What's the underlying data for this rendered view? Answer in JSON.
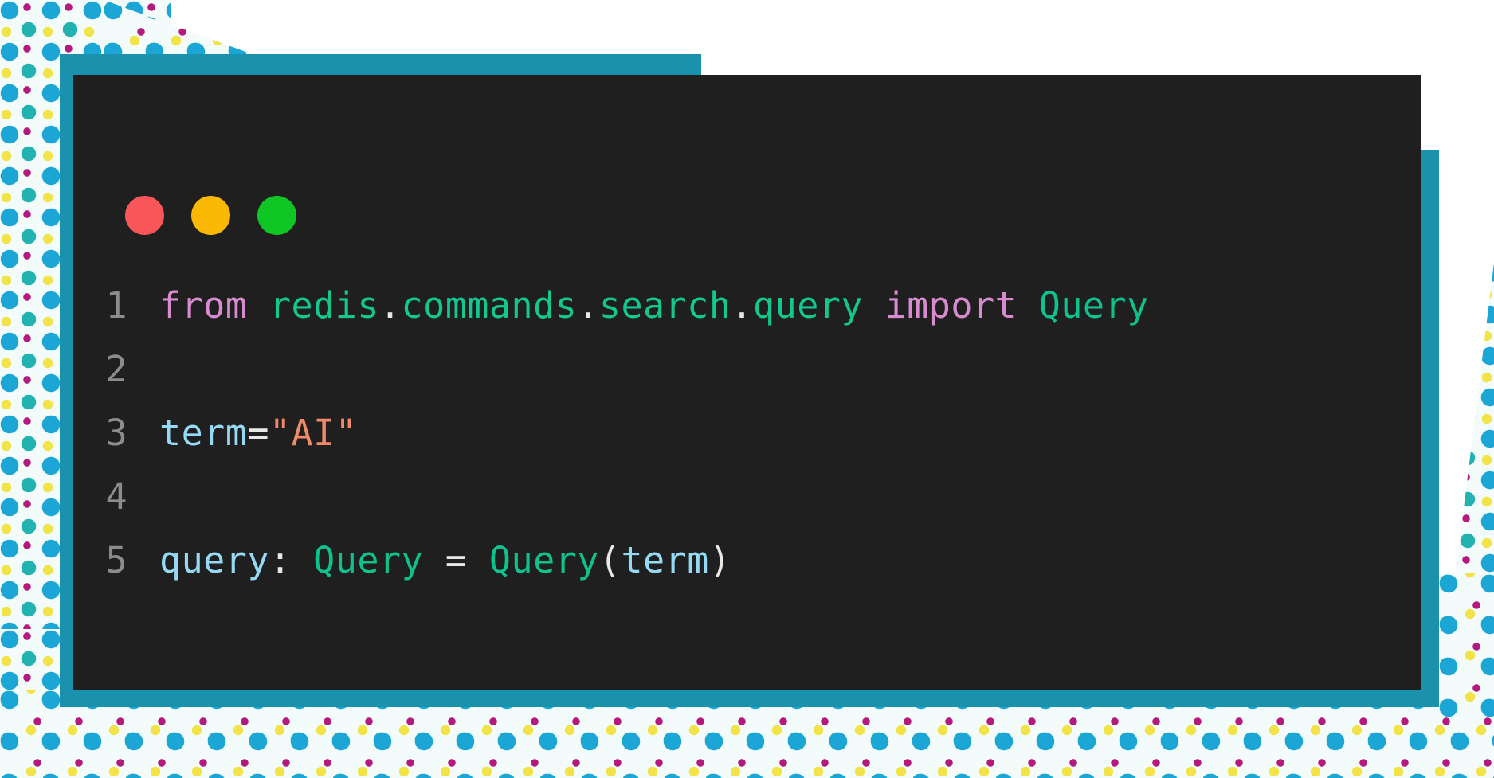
{
  "window": {
    "kind": "code-editor-window",
    "background_color": "#1f1f1f",
    "accent_color": "#1b92ad",
    "page_background": "#ffffff",
    "traffic_lights": [
      {
        "name": "close",
        "color": "#f9565a"
      },
      {
        "name": "minimize",
        "color": "#fbb903"
      },
      {
        "name": "maximize",
        "color": "#0fc625"
      }
    ]
  },
  "editor": {
    "language": "python",
    "gutter_color": "#8c8c8c",
    "line_numbers": [
      "1",
      "2",
      "3",
      "4",
      "5"
    ],
    "lines": [
      {
        "number": "1",
        "text": "from redis.commands.search.query import Query",
        "tokens": [
          {
            "t": "from",
            "c": "keyword"
          },
          {
            "t": " ",
            "c": "plain"
          },
          {
            "t": "redis",
            "c": "module"
          },
          {
            "t": ".",
            "c": "punct"
          },
          {
            "t": "commands",
            "c": "module"
          },
          {
            "t": ".",
            "c": "punct"
          },
          {
            "t": "search",
            "c": "module"
          },
          {
            "t": ".",
            "c": "punct"
          },
          {
            "t": "query",
            "c": "module"
          },
          {
            "t": " ",
            "c": "plain"
          },
          {
            "t": "import",
            "c": "keyword"
          },
          {
            "t": " ",
            "c": "plain"
          },
          {
            "t": "Query",
            "c": "class"
          }
        ]
      },
      {
        "number": "2",
        "text": "",
        "tokens": []
      },
      {
        "number": "3",
        "text": "term=\"AI\"",
        "tokens": [
          {
            "t": "term",
            "c": "var"
          },
          {
            "t": "=",
            "c": "op"
          },
          {
            "t": "\"AI\"",
            "c": "string"
          }
        ]
      },
      {
        "number": "4",
        "text": "",
        "tokens": []
      },
      {
        "number": "5",
        "text": "query: Query = Query(term)",
        "tokens": [
          {
            "t": "query",
            "c": "var"
          },
          {
            "t": ":",
            "c": "punct"
          },
          {
            "t": " ",
            "c": "plain"
          },
          {
            "t": "Query",
            "c": "class"
          },
          {
            "t": " ",
            "c": "plain"
          },
          {
            "t": "=",
            "c": "op"
          },
          {
            "t": " ",
            "c": "plain"
          },
          {
            "t": "Query",
            "c": "class"
          },
          {
            "t": "(",
            "c": "punct"
          },
          {
            "t": "term",
            "c": "var"
          },
          {
            "t": ")",
            "c": "punct"
          }
        ]
      }
    ],
    "syntax_colors": {
      "keyword": "#d98bd0",
      "module": "#12c88f",
      "class": "#0fc28c",
      "variable": "#96d9f5",
      "string": "#ef8a6b",
      "punctuation": "#e8e8e8",
      "operator": "#e8e8e8",
      "line_number": "#8c8c8c"
    }
  },
  "decoration": {
    "pattern_name": "confetti-dots",
    "dot_colors": [
      "#1ba6d6",
      "#22b2b0",
      "#b5197e",
      "#f2e448"
    ],
    "pattern_background": "#f4fcfb"
  }
}
